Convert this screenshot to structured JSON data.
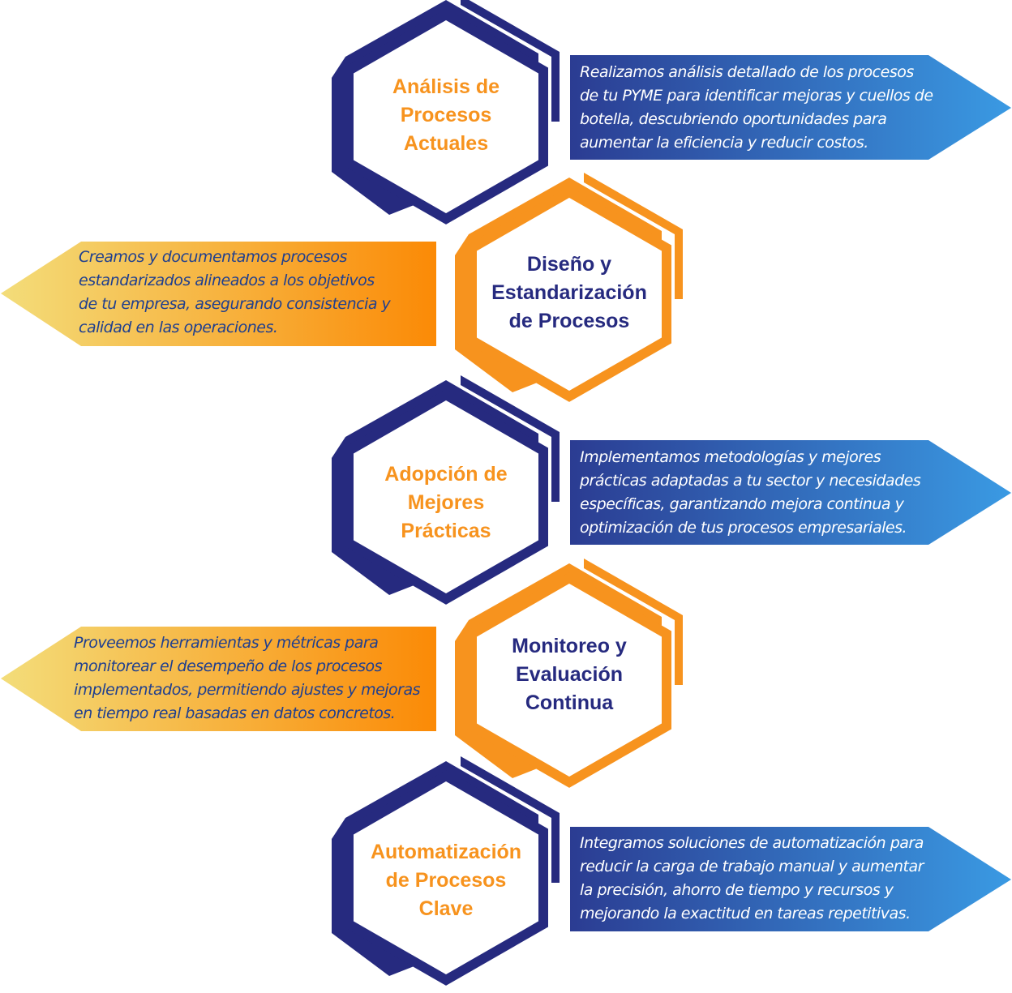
{
  "colors": {
    "navy": "#262a7f",
    "orange": "#f7931e",
    "blue_gradient": [
      "#2b3c92",
      "#3a9ae3"
    ],
    "orange_gradient": [
      "#f3dd7a",
      "#fb8a06"
    ]
  },
  "steps": [
    {
      "title": "Análisis de\nProcesos\nActuales",
      "description": "Realizamos análisis detallado de los procesos\nde tu PYME para identificar mejoras y cuellos de\nbotella, descubriendo oportunidades para\naumentar la eficiencia y reducir costos."
    },
    {
      "title": "Diseño y\nEstandarización\nde Procesos",
      "description": "Creamos y documentamos procesos\nestandarizados alineados a los objetivos\nde tu empresa, asegurando consistencia y\ncalidad en las operaciones."
    },
    {
      "title": "Adopción de\nMejores\nPrácticas",
      "description": "Implementamos metodologías y mejores\nprácticas adaptadas a tu sector y necesidades\nespecíficas, garantizando mejora continua y\noptimización de tus procesos empresariales."
    },
    {
      "title": "Monitoreo y\nEvaluación\nContinua",
      "description": "Proveemos herramientas y métricas para\nmonitorear el desempeño de los procesos\nimplementados, permitiendo ajustes y mejoras\nen tiempo real basadas en datos concretos."
    },
    {
      "title": "Automatización\nde Procesos\nClave",
      "description": "Integramos soluciones de automatización para\nreducir la carga de trabajo manual y aumentar\nla precisión, ahorro de tiempo y recursos y\nmejorando la exactitud en tareas repetitivas."
    }
  ]
}
